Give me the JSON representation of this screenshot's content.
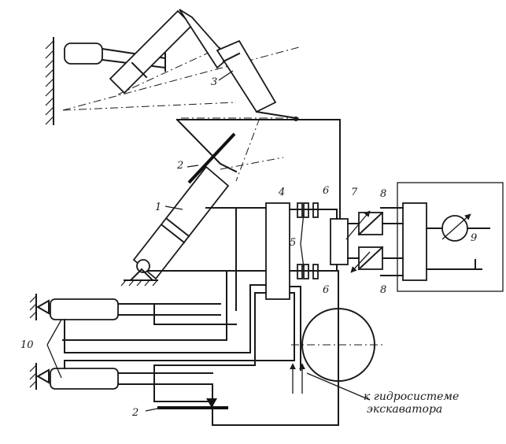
{
  "labels": {
    "l1": "1",
    "l2a": "2",
    "l2b": "2",
    "l3": "3",
    "l4": "4",
    "l5": "5",
    "l6a": "6",
    "l6b": "6",
    "l7": "7",
    "l8a": "8",
    "l8b": "8",
    "l9": "9",
    "l10": "10"
  },
  "caption": {
    "line1": "к гидросистеме",
    "line2": "экскаватора"
  }
}
